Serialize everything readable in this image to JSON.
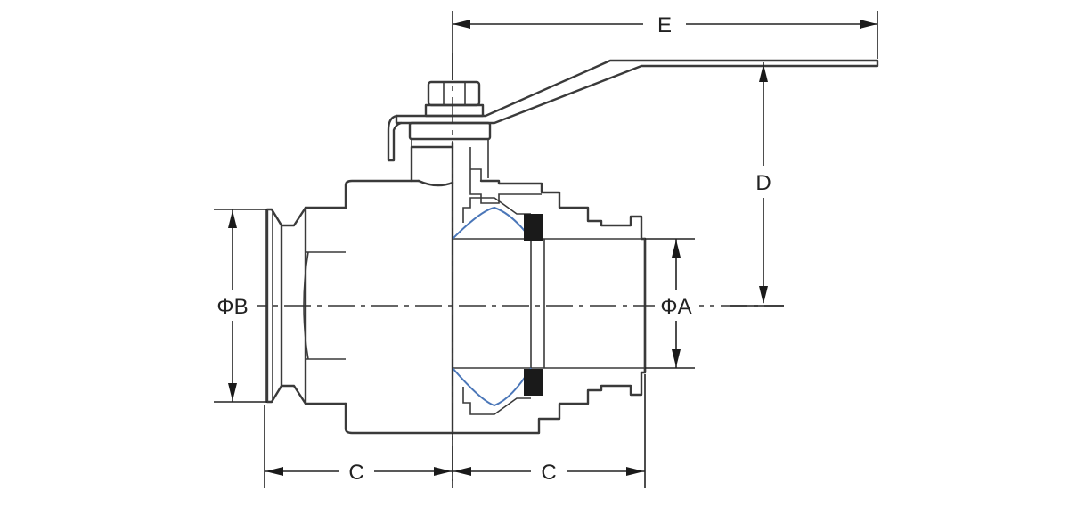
{
  "labels": {
    "E": "E",
    "D": "D",
    "phiB": "ΦB",
    "phiA": "ΦA",
    "C_left": "C",
    "C_right": "C"
  },
  "colors": {
    "line": "#3a3a3a",
    "seat_outline": "#4a76b8",
    "seal": "#1a1a1a",
    "background": "#ffffff"
  }
}
